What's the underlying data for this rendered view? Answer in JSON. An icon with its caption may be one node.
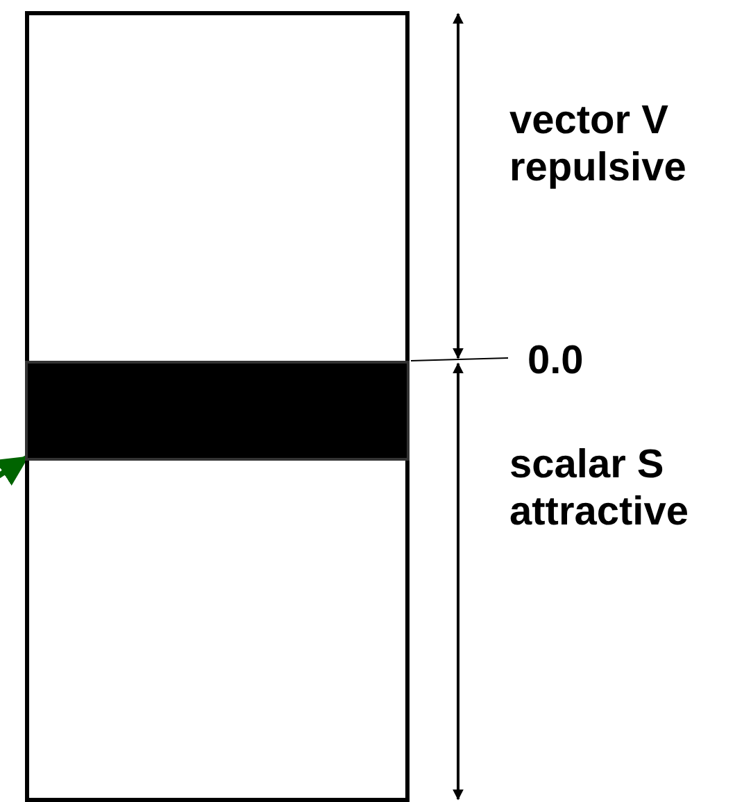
{
  "diagram": {
    "nodes": [
      {
        "text": [],
        "shape": "box"
      },
      {
        "text": [],
        "shape": "bar",
        "in": 0
      }
    ],
    "edges": [
      {
        "from": null,
        "to": 1,
        "arrow": "to",
        "color": "#006400"
      }
    ],
    "labels": [
      "vector V repulsive",
      "0.0",
      "scalar S attractive"
    ]
  }
}
